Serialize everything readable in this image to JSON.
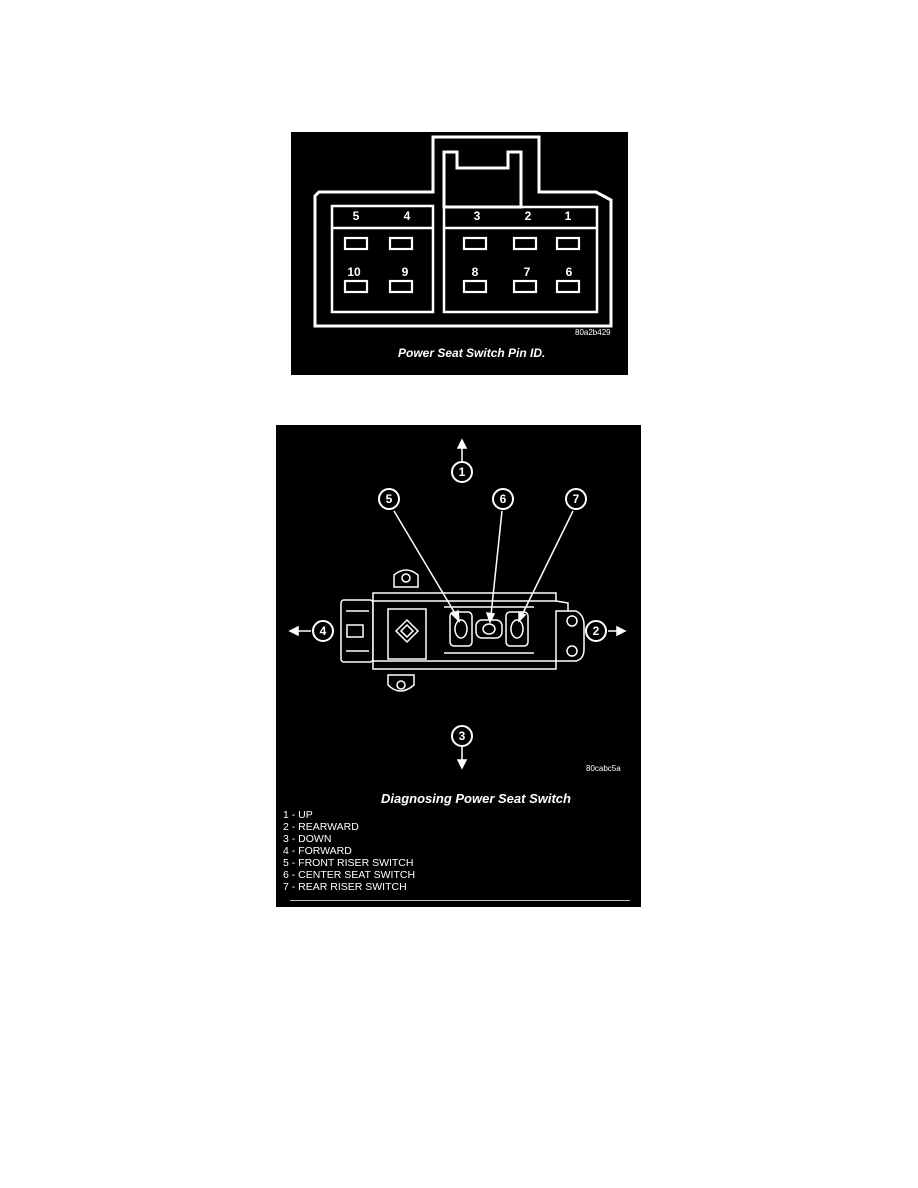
{
  "figure1": {
    "code": "80a2b429",
    "caption": "Power Seat Switch Pin ID.",
    "pins_left_top": [
      "5",
      "4"
    ],
    "pins_left_bottom": [
      "10",
      "9"
    ],
    "pins_right_top": [
      "3",
      "2",
      "1"
    ],
    "pins_right_bottom": [
      "8",
      "7",
      "6"
    ]
  },
  "figure2": {
    "code": "80cabc5a",
    "caption": "Diagnosing Power Seat Switch",
    "callouts": [
      "1",
      "2",
      "3",
      "4",
      "5",
      "6",
      "7"
    ],
    "legend": [
      "1 - UP",
      "2 - REARWARD",
      "3 - DOWN",
      "4 - FORWARD",
      "5 - FRONT RISER SWITCH",
      "6 - CENTER SEAT SWITCH",
      "7 - REAR RISER SWITCH"
    ]
  }
}
